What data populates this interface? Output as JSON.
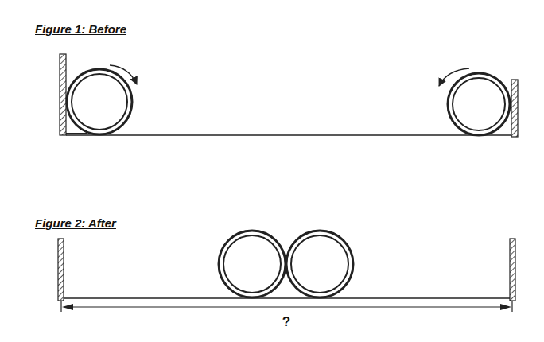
{
  "diagram": {
    "labels": [
      "Figure 1: Before",
      "Figure 2: After",
      "?"
    ]
  }
}
